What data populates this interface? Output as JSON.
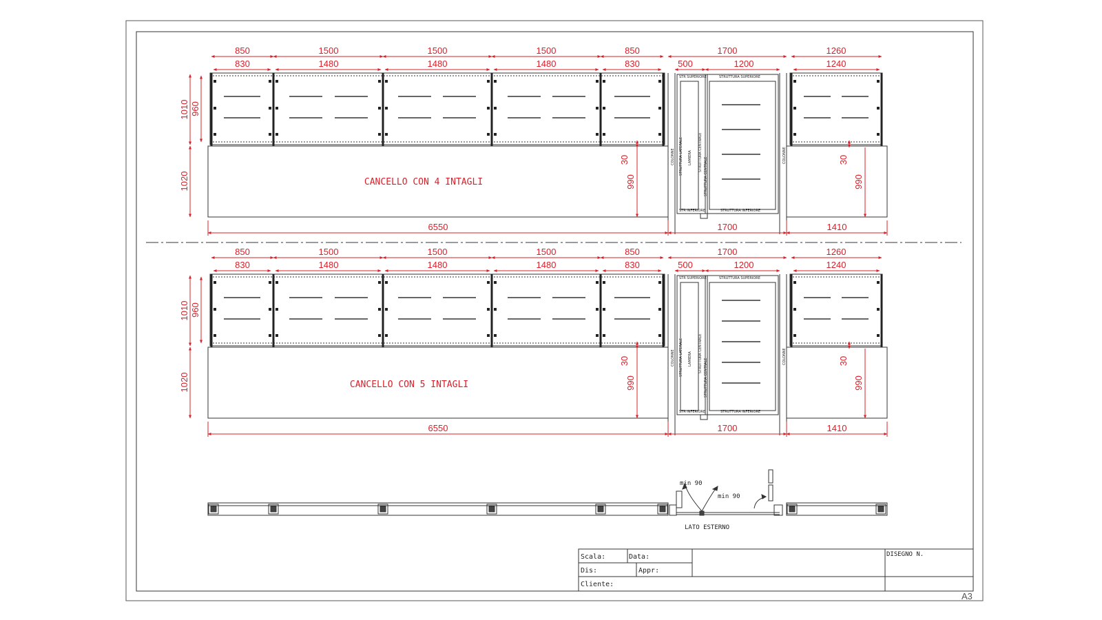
{
  "elevations": [
    {
      "title": "CANCELLO CON 4 INTAGLI",
      "top_dims": [
        "850",
        "1500",
        "1500",
        "1500",
        "850",
        "1700",
        "1260"
      ],
      "inner_dims": [
        "830",
        "1480",
        "1480",
        "1480",
        "830",
        "500",
        "1200",
        "1240"
      ],
      "height_dims": {
        "total_rail": "1010",
        "glass": "960",
        "wall": "1020",
        "offset_left": "30",
        "wall_left": "990",
        "offset_right": "30",
        "wall_right": "990"
      },
      "bottom_dims": [
        "6550",
        "1700",
        "1410"
      ]
    },
    {
      "title": "CANCELLO CON 5 INTAGLI",
      "top_dims": [
        "850",
        "1500",
        "1500",
        "1500",
        "850",
        "1700",
        "1260"
      ],
      "inner_dims": [
        "830",
        "1480",
        "1480",
        "1480",
        "830",
        "500",
        "1200",
        "1240"
      ],
      "height_dims": {
        "total_rail": "1010",
        "glass": "960",
        "wall": "1020",
        "offset_left": "30",
        "wall_left": "990",
        "offset_right": "30",
        "wall_right": "990"
      },
      "bottom_dims": [
        "6550",
        "1700",
        "1410"
      ]
    }
  ],
  "gate_labels": {
    "str_superiore": "STR SUPERIORE",
    "struttura_superiore": "STRUTTURA SUPERIORE",
    "struttura_laterale": "STRUTTURA LATERALE",
    "lamiera": "LAMIERA",
    "struttura_centrale": "STRUTTURA CENTRALE",
    "str_inferiore": "STR INFERIORE",
    "struttura_inferiore": "STRUTTURA INFERIORE",
    "colonne": "COLONNE"
  },
  "plan": {
    "min90_a": "min 90",
    "min90_b": "min 90",
    "lato_esterno": "LATO ESTERNO"
  },
  "title_block": {
    "scala": "Scala:",
    "data": "Data:",
    "dis": "Dis:",
    "appr": "Appr:",
    "cliente": "Cliente:",
    "disegno": "DISEGNO N."
  },
  "sheet_format": "A3"
}
